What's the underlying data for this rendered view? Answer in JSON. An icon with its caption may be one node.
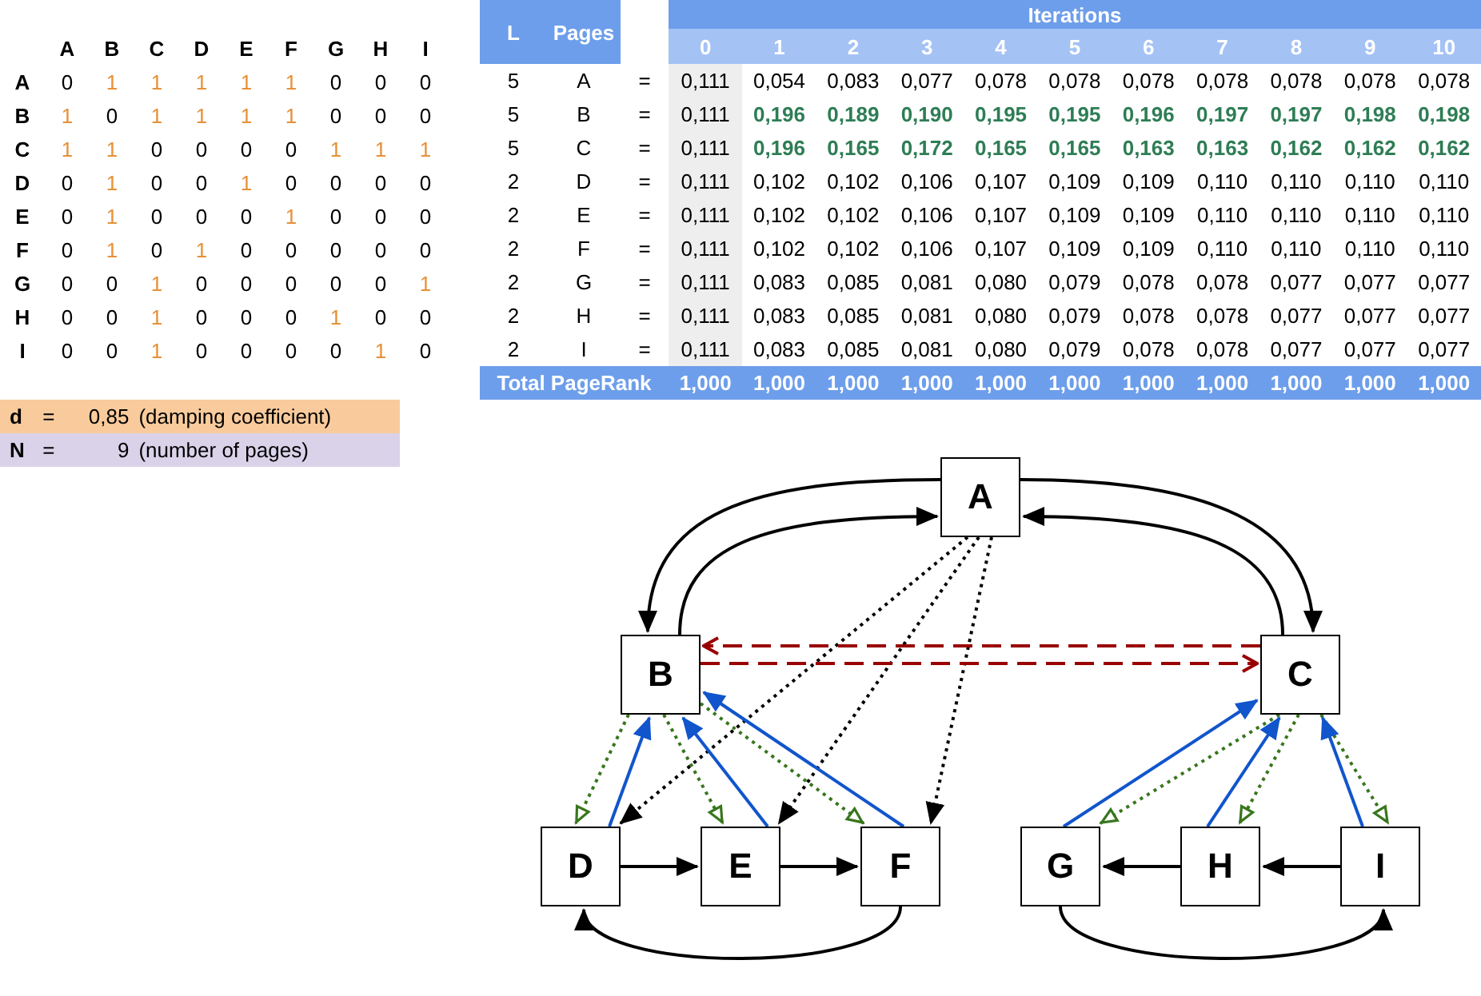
{
  "diagram": {
    "nodes": [
      {
        "text": [
          "A"
        ]
      },
      {
        "text": [
          "B"
        ]
      },
      {
        "text": [
          "C"
        ]
      },
      {
        "text": [
          "D"
        ]
      },
      {
        "text": [
          "E"
        ]
      },
      {
        "text": [
          "F"
        ]
      },
      {
        "text": [
          "G"
        ]
      },
      {
        "text": [
          "H"
        ]
      },
      {
        "text": [
          "I"
        ]
      }
    ],
    "edges": [
      {
        "from": 0,
        "to": 1,
        "arrow": "to"
      },
      {
        "from": 1,
        "to": 0,
        "arrow": "to"
      },
      {
        "from": 0,
        "to": 2,
        "arrow": "to"
      },
      {
        "from": 2,
        "to": 0,
        "arrow": "to"
      },
      {
        "from": 0,
        "to": 3,
        "arrow": "to",
        "style": "dashed"
      },
      {
        "from": 0,
        "to": 4,
        "arrow": "to",
        "style": "dashed"
      },
      {
        "from": 0,
        "to": 5,
        "arrow": "to",
        "style": "dashed"
      },
      {
        "from": 2,
        "to": 1,
        "arrow": "to",
        "style": "dashed",
        "color": "#990000"
      },
      {
        "from": 1,
        "to": 2,
        "arrow": "to",
        "style": "dashed",
        "color": "#990000"
      },
      {
        "from": 1,
        "to": 3,
        "arrow": "to",
        "style": "dashed",
        "color": "#38761d"
      },
      {
        "from": 1,
        "to": 4,
        "arrow": "to",
        "style": "dashed",
        "color": "#38761d"
      },
      {
        "from": 1,
        "to": 5,
        "arrow": "to",
        "style": "dashed",
        "color": "#38761d"
      },
      {
        "from": 3,
        "to": 1,
        "arrow": "to",
        "color": "#1155cc"
      },
      {
        "from": 4,
        "to": 1,
        "arrow": "to",
        "color": "#1155cc"
      },
      {
        "from": 5,
        "to": 1,
        "arrow": "to",
        "color": "#1155cc"
      },
      {
        "from": 3,
        "to": 4,
        "arrow": "to"
      },
      {
        "from": 4,
        "to": 5,
        "arrow": "to"
      },
      {
        "from": 5,
        "to": 3,
        "arrow": "to"
      },
      {
        "from": 2,
        "to": 6,
        "arrow": "to",
        "style": "dashed",
        "color": "#38761d"
      },
      {
        "from": 2,
        "to": 7,
        "arrow": "to",
        "style": "dashed",
        "color": "#38761d"
      },
      {
        "from": 2,
        "to": 8,
        "arrow": "to",
        "style": "dashed",
        "color": "#38761d"
      },
      {
        "from": 6,
        "to": 2,
        "arrow": "to",
        "color": "#1155cc"
      },
      {
        "from": 7,
        "to": 2,
        "arrow": "to",
        "color": "#1155cc"
      },
      {
        "from": 8,
        "to": 2,
        "arrow": "to",
        "color": "#1155cc"
      },
      {
        "from": 8,
        "to": 7,
        "arrow": "to"
      },
      {
        "from": 7,
        "to": 6,
        "arrow": "to"
      },
      {
        "from": 6,
        "to": 8,
        "arrow": "to"
      }
    ],
    "labels": [
      "A",
      "B",
      "C",
      "D",
      "E",
      "F",
      "G",
      "H",
      "I",
      "A",
      "0",
      "1",
      "1",
      "1",
      "1",
      "1",
      "0",
      "0",
      "0",
      "B",
      "1",
      "0",
      "1",
      "1",
      "1",
      "1",
      "0",
      "0",
      "0",
      "C",
      "1",
      "1",
      "0",
      "0",
      "0",
      "0",
      "1",
      "1",
      "1",
      "D",
      "0",
      "1",
      "0",
      "0",
      "1",
      "0",
      "0",
      "0",
      "0",
      "E",
      "0",
      "1",
      "0",
      "0",
      "0",
      "1",
      "0",
      "0",
      "0",
      "F",
      "0",
      "1",
      "0",
      "1",
      "0",
      "0",
      "0",
      "0",
      "0",
      "G",
      "0",
      "0",
      "1",
      "0",
      "0",
      "0",
      "0",
      "0",
      "1",
      "H",
      "0",
      "0",
      "1",
      "0",
      "0",
      "0",
      "1",
      "0",
      "0",
      "I",
      "0",
      "0",
      "1",
      "0",
      "0",
      "0",
      "0",
      "1",
      "0",
      "d",
      "=",
      "0,85",
      "(damping coefficient)",
      "N",
      "=",
      "9",
      "(number of pages)",
      "L",
      "Pages",
      "Iterations",
      "0",
      "1",
      "2",
      "3",
      "4",
      "5",
      "6",
      "7",
      "8",
      "9",
      "10",
      "5",
      "A",
      "=",
      "0,111",
      "0,054",
      "0,083",
      "0,077",
      "0,078",
      "0,078",
      "0,078",
      "0,078",
      "0,078",
      "0,078",
      "0,078",
      "5",
      "B",
      "=",
      "0,111",
      "0,196",
      "0,189",
      "0,190",
      "0,195",
      "0,195",
      "0,196",
      "0,197",
      "0,197",
      "0,198",
      "0,198",
      "5",
      "C",
      "=",
      "0,111",
      "0,196",
      "0,165",
      "0,172",
      "0,165",
      "0,165",
      "0,163",
      "0,163",
      "0,162",
      "0,162",
      "0,162",
      "2",
      "D",
      "=",
      "0,111",
      "0,102",
      "0,102",
      "0,106",
      "0,107",
      "0,109",
      "0,109",
      "0,110",
      "0,110",
      "0,110",
      "0,110",
      "2",
      "E",
      "=",
      "0,111",
      "0,102",
      "0,102",
      "0,106",
      "0,107",
      "0,109",
      "0,109",
      "0,110",
      "0,110",
      "0,110",
      "0,110",
      "2",
      "F",
      "=",
      "0,111",
      "0,102",
      "0,102",
      "0,106",
      "0,107",
      "0,109",
      "0,109",
      "0,110",
      "0,110",
      "0,110",
      "0,110",
      "2",
      "G",
      "=",
      "0,111",
      "0,083",
      "0,085",
      "0,081",
      "0,080",
      "0,079",
      "0,078",
      "0,078",
      "0,077",
      "0,077",
      "0,077",
      "2",
      "H",
      "=",
      "0,111",
      "0,083",
      "0,085",
      "0,081",
      "0,080",
      "0,079",
      "0,078",
      "0,078",
      "0,077",
      "0,077",
      "0,077",
      "2",
      "I",
      "=",
      "0,111",
      "0,083",
      "0,085",
      "0,081",
      "0,080",
      "0,079",
      "0,078",
      "0,078",
      "0,077",
      "0,077",
      "0,077",
      "Total PageRank",
      "1,000",
      "1,000",
      "1,000",
      "1,000",
      "1,000",
      "1,000",
      "1,000",
      "1,000",
      "1,000",
      "1,000",
      "1,000"
    ]
  }
}
